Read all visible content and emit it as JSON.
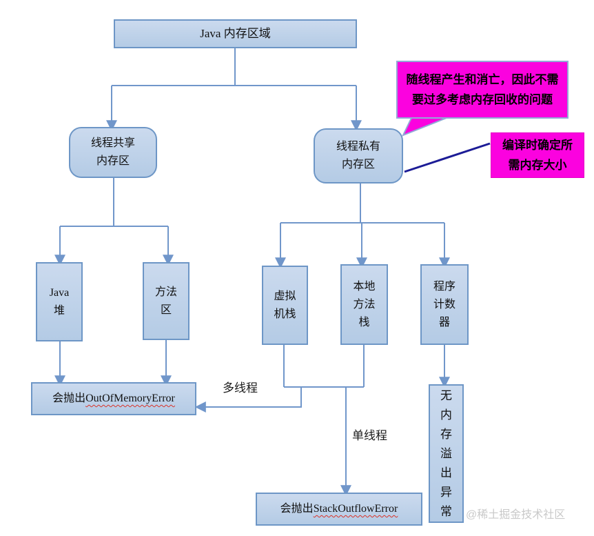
{
  "diagram": {
    "title": "Java 内存区域",
    "nodes": {
      "shared": {
        "line1": "线程共享",
        "line2": "内存区"
      },
      "private": {
        "line1": "线程私有",
        "line2": "内存区"
      },
      "heap": {
        "line1": "Java",
        "line2": "堆"
      },
      "method_area": {
        "line1": "方法",
        "line2": "区"
      },
      "vm_stack": {
        "line1": "虚拟",
        "line2": "机栈"
      },
      "native_stack": {
        "line1": "本地",
        "line2": "方法",
        "line3": "栈"
      },
      "pc_register": {
        "line1": "程序",
        "line2": "计数",
        "line3": "器"
      },
      "oom": {
        "prefix": "会抛出 ",
        "error": "OutOfMemoryError"
      },
      "stack_overflow": {
        "prefix": "会抛出 ",
        "error": "StackOutflowError"
      },
      "no_overflow": "无内存溢出异常"
    },
    "callouts": {
      "lifecycle": {
        "line1": "随线程产生和消亡，因此不需",
        "line2": "要过多考虑内存回收的问题"
      },
      "compile_time": {
        "line1": "编译时确定所",
        "line2": "需内存大小"
      }
    },
    "edge_labels": {
      "multi_thread": "多线程",
      "single_thread": "单线程"
    },
    "watermark": "@稀土掘金技术社区",
    "colors": {
      "node_fill": "#bccfe7",
      "node_border": "#6d96c6",
      "connector": "#7096ca",
      "callout_fill": "#fb02df",
      "callout_border": "#93a9d8",
      "annotation_line": "#1c1c96",
      "error_underline": "#d93025",
      "watermark_gray": "#c9c9c9"
    }
  }
}
